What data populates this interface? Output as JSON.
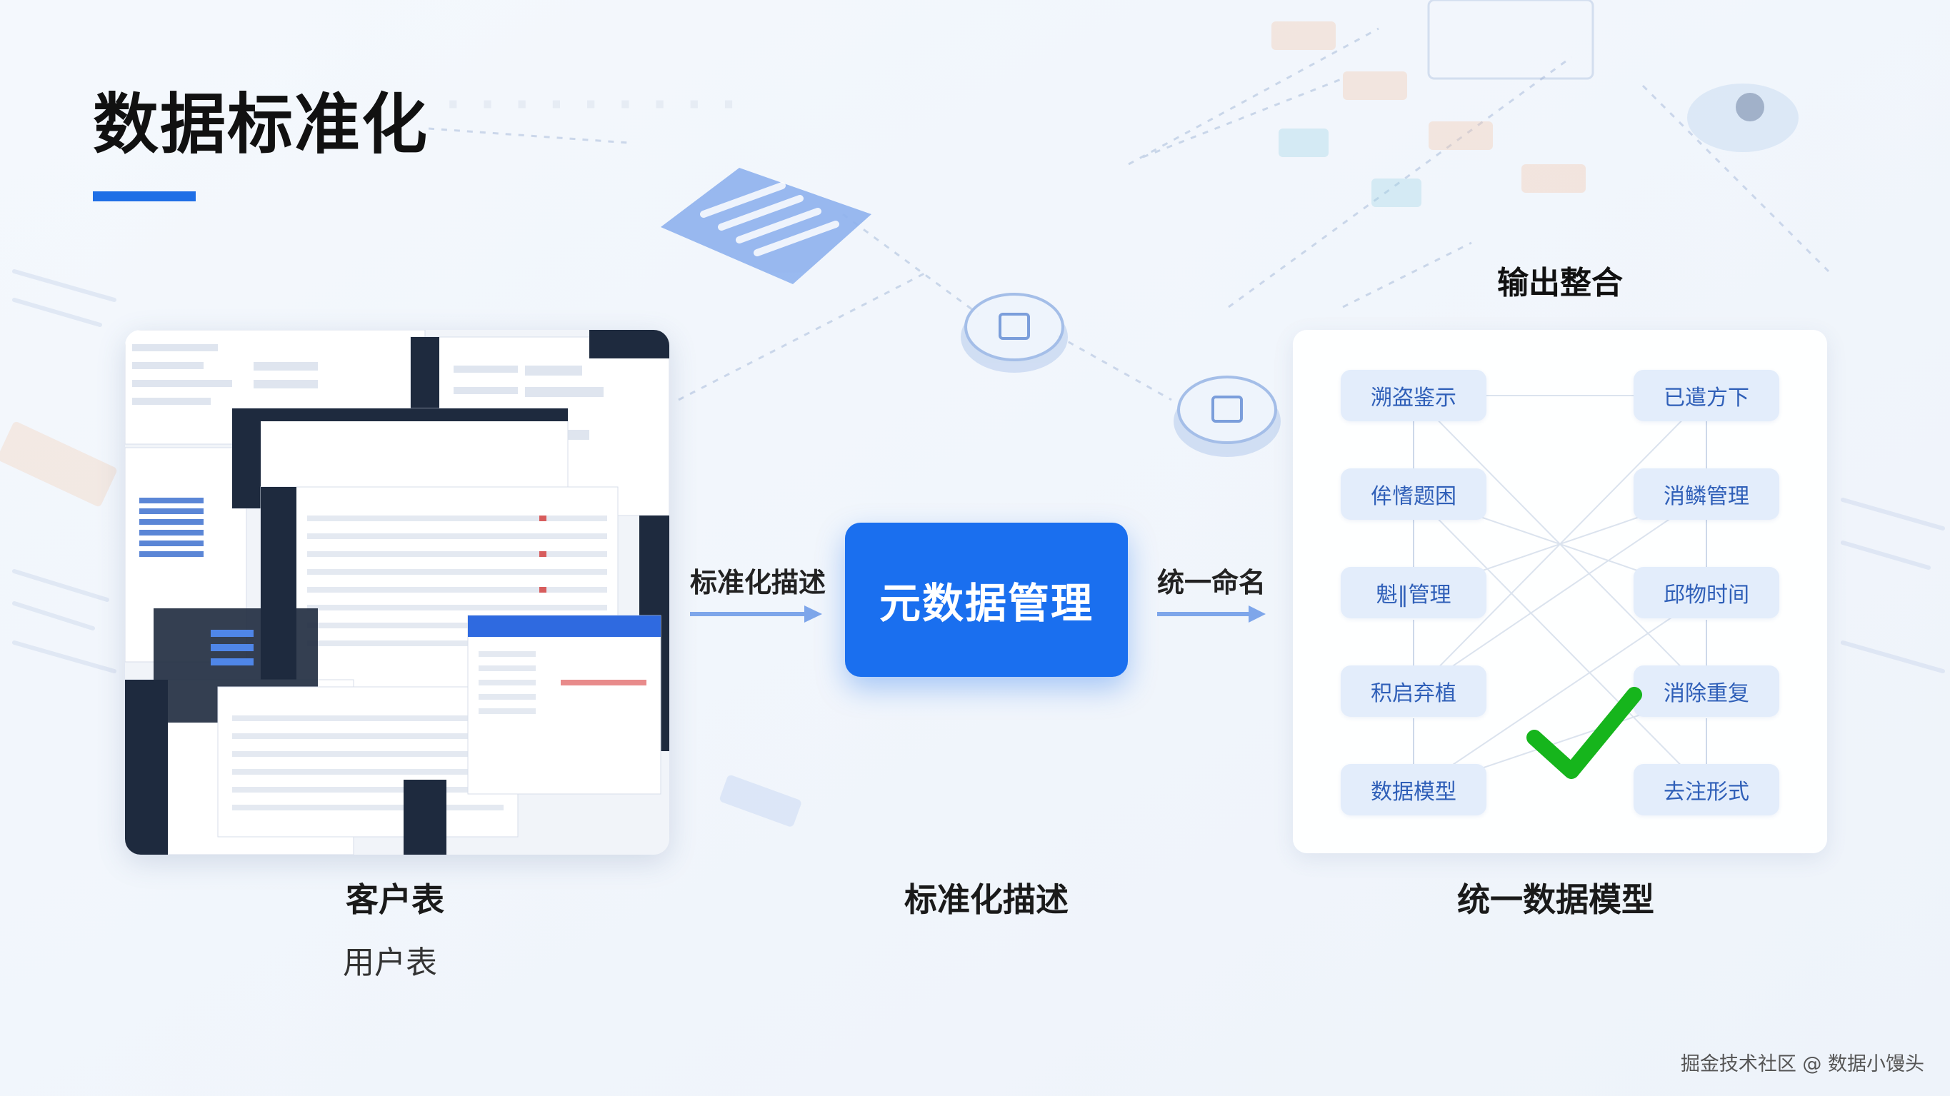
{
  "title": "数据标准化",
  "left": {
    "caption": "客户表",
    "subcaption": "用户表"
  },
  "arrow_left_label": "标准化描述",
  "center": {
    "box_label": "元数据管理",
    "caption": "标准化描述"
  },
  "arrow_right_label": "统一命名",
  "right": {
    "output_title": "输出整合",
    "caption": "统一数据模型",
    "left_column": [
      "溯盗鉴示",
      "侔愭题困",
      "魁‖管理",
      "积启弃植",
      "数据模型"
    ],
    "right_column": [
      "已遣方下",
      "消鳞管理",
      "邱物时间",
      "消除重复",
      "去注形式"
    ]
  },
  "watermark": "掘金技术社区 @ 数据小馒头",
  "colors": {
    "accent": "#1a6fef",
    "pill_bg": "#e3edfb",
    "pill_text": "#2f5fb8",
    "check": "#16b51c"
  }
}
